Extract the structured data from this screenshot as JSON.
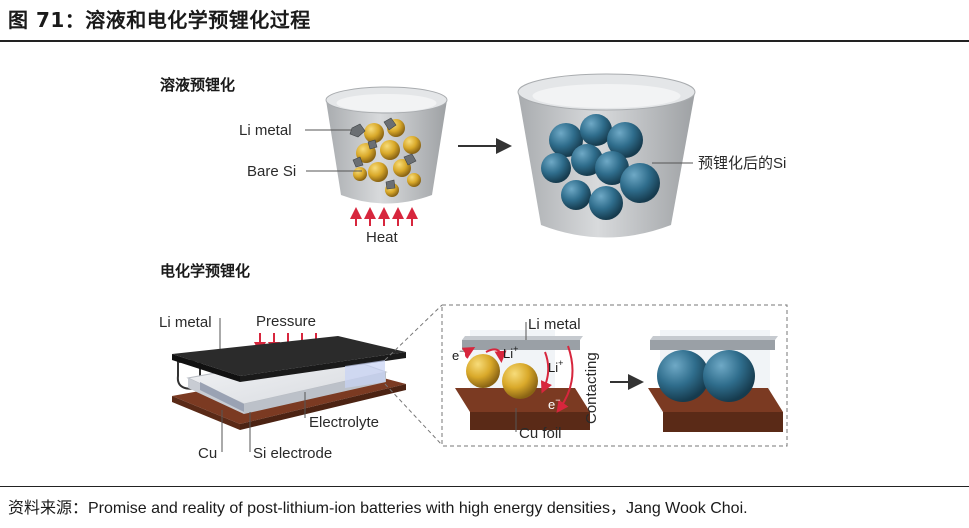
{
  "figure": {
    "title": "图 71：溶液和电化学预锂化过程",
    "source": "资料来源：Promise and reality of post-lithium-ion batteries with high energy densities，Jang Wook Choi."
  },
  "solution_panel": {
    "heading": "溶液预锂化",
    "label_li_metal": "Li metal",
    "label_bare_si": "Bare Si",
    "label_heat": "Heat",
    "label_prelithiated_si": "预锂化后的Si"
  },
  "electrochem_panel": {
    "heading": "电化学预锂化",
    "label_li_metal": "Li metal",
    "label_pressure": "Pressure",
    "label_electrolyte": "Electrolyte",
    "label_cu": "Cu",
    "label_si_electrode": "Si electrode"
  },
  "zoom_panel": {
    "label_li_metal": "Li metal",
    "label_e_left": "e",
    "label_e_sup": "−",
    "label_li_top": "Li",
    "label_li_sup": "+",
    "label_li_right": "Li",
    "label_e_bottom": "e",
    "label_contacting": "Contacting",
    "label_cu_foil": "Cu foil"
  },
  "colors": {
    "gold_particle": "#d9a92a",
    "blue_particle": "#2f6d8c",
    "cup_gray": "#c9cbcd",
    "copper": "#7b3a22",
    "arrow_red": "#d7263d"
  }
}
